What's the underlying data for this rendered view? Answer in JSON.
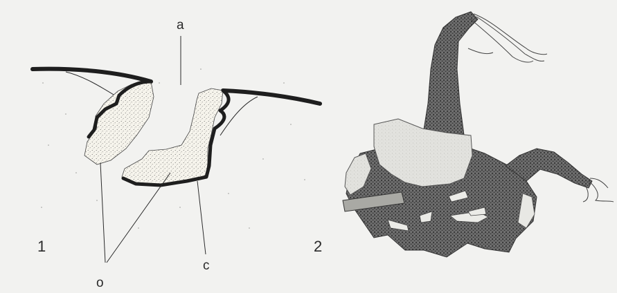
{
  "figure1": {
    "number": "1",
    "labels": {
      "a": "a",
      "o": "o",
      "c": "c"
    }
  },
  "figure2": {
    "number": "2"
  },
  "colors": {
    "background": "#f2f2f0",
    "ink": "#1e1e1e",
    "stipple_fill": "#f6f4ec",
    "specimen_dark": "#5e5e5e",
    "specimen_light": "#d7d7d2"
  }
}
